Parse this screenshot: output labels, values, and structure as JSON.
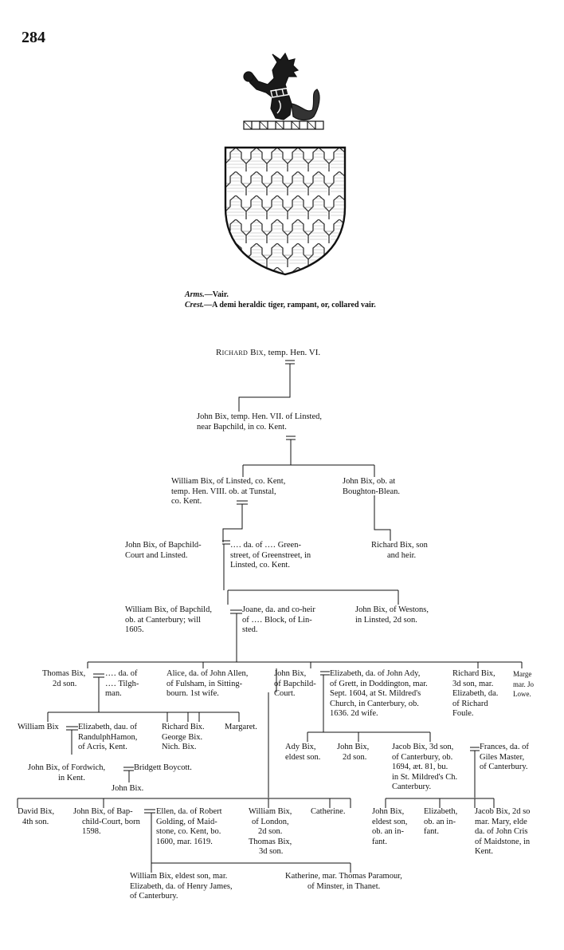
{
  "page": {
    "number": "284"
  },
  "heraldry": {
    "arms_label": "Arms.",
    "arms_text": "—Vair.",
    "crest_label": "Crest.",
    "crest_text": "—A demi heraldic tiger, rampant, or, collared vair."
  },
  "pedigree": {
    "richard": {
      "name": "Richard Bix,",
      "text": " temp. Hen. VI."
    },
    "john_linsted": [
      "John Bix, temp. Hen. VII. of Linsted,",
      "near Bapchild, in co. Kent."
    ],
    "william_linsted": [
      "William Bix, of Linsted, co. Kent,",
      "temp. Hen. VIII. ob. at Tunstal,",
      "co. Kent."
    ],
    "john_boughton": [
      "John Bix, ob. at",
      "Boughton-Blean."
    ],
    "john_bapchild": [
      "John Bix, of Bapchild-",
      "Court and Linsted."
    ],
    "da_greenstreet": [
      "‥‥ da. of ‥‥ Green-",
      "street, of Greenstreet, in",
      "Linsted, co. Kent."
    ],
    "richard_son_heir": [
      "Richard Bix, son",
      "and heir."
    ],
    "william_bapchild": [
      "William Bix, of Bapchild,",
      "ob. at Canterbury; will",
      "1605."
    ],
    "joane": [
      "Joane, da. and co-heir",
      "of ‥‥ Block, of Lin-",
      "sted."
    ],
    "john_westons": [
      "John Bix, of Westons,",
      "in Linsted, 2d son."
    ],
    "thomas": [
      "Thomas Bix,",
      "2d son."
    ],
    "da_tilghman": [
      "‥‥ da. of",
      "‥‥ Tilgh-",
      "man."
    ],
    "alice": [
      "Alice, da. of John Allen,",
      "of Fulsham, in Sitting-",
      "bourn.  1st wife."
    ],
    "john_bapchild_court": [
      "John  Bix,",
      "of Bapchild-",
      "Court."
    ],
    "elizabeth_ady": [
      "Elizabeth, da. of John Ady,",
      "of Grett, in Doddington, mar.",
      "Sept. 1604, at St. Mildred's",
      "Church, in Canterbury, ob.",
      "1636.   2d wife."
    ],
    "richard_3d": [
      "Richard Bix,",
      "3d son, mar.",
      "Elizabeth, da.",
      "of  Richard",
      "Foule."
    ],
    "marge": [
      "Marge",
      "mar. Jo",
      "Lowe."
    ],
    "william_hamon": [
      "William Bix"
    ],
    "elizabeth_hamon": [
      "Elizabeth, dau. of",
      "RandulphHamon,",
      "of Acris, Kent."
    ],
    "richard_george_nich": [
      "Richard Bix.",
      "George Bix.",
      "Nich. Bix."
    ],
    "margaret": [
      "Margaret."
    ],
    "john_fordwich": [
      "John Bix, of Fordwich,",
      "in Kent."
    ],
    "bridgett": [
      "Bridgett Boycott."
    ],
    "john_bix_child": [
      "John Bix."
    ],
    "ady": [
      "Ady Bix,",
      "eldest son."
    ],
    "john_2d": [
      "John Bix,",
      "2d son."
    ],
    "jacob_3d": [
      "Jacob Bix, 3d son,",
      "of Canterbury, ob.",
      "1694, æt. 81, bu.",
      "in St. Mildred's Ch.",
      "Canterbury."
    ],
    "frances": [
      "Frances, da. of",
      "Giles  Master,",
      "of Canterbury."
    ],
    "david": [
      "David Bix,",
      "4th son."
    ],
    "john_bapchild_1598": [
      "John Bix, of Bap-",
      "child-Court, born",
      "1598."
    ],
    "ellen": [
      "Ellen, da. of Robert",
      "Golding, of Maid-",
      "stone, co. Kent, bo.",
      "1600, mar. 1619."
    ],
    "william_london": [
      "William Bix,",
      "of London,",
      "2d son.",
      "Thomas Bix,",
      "3d son."
    ],
    "catherine": [
      "Catherine."
    ],
    "john_eldest_infant": [
      "John Bix,",
      "eldest son,",
      "ob. an in-",
      "fant."
    ],
    "elizabeth_infant": [
      "Elizabeth,",
      "ob. an in-",
      "fant."
    ],
    "jacob_2d": [
      "Jacob Bix, 2d so",
      "mar. Mary, elde",
      "da. of John Cris",
      "of Maidstone, in",
      "Kent."
    ],
    "william_eldest": [
      "William Bix, eldest son, mar.",
      "Elizabeth, da. of Henry James,",
      "of Canterbury."
    ],
    "katherine": [
      "Katherine, mar. Thomas Paramour,",
      "of Minster, in Thanet."
    ]
  },
  "colors": {
    "ink": "#111111",
    "paper": "#ffffff"
  },
  "icons": {
    "crest": "demi-tiger-crest-icon",
    "shield": "vair-shield-icon"
  }
}
